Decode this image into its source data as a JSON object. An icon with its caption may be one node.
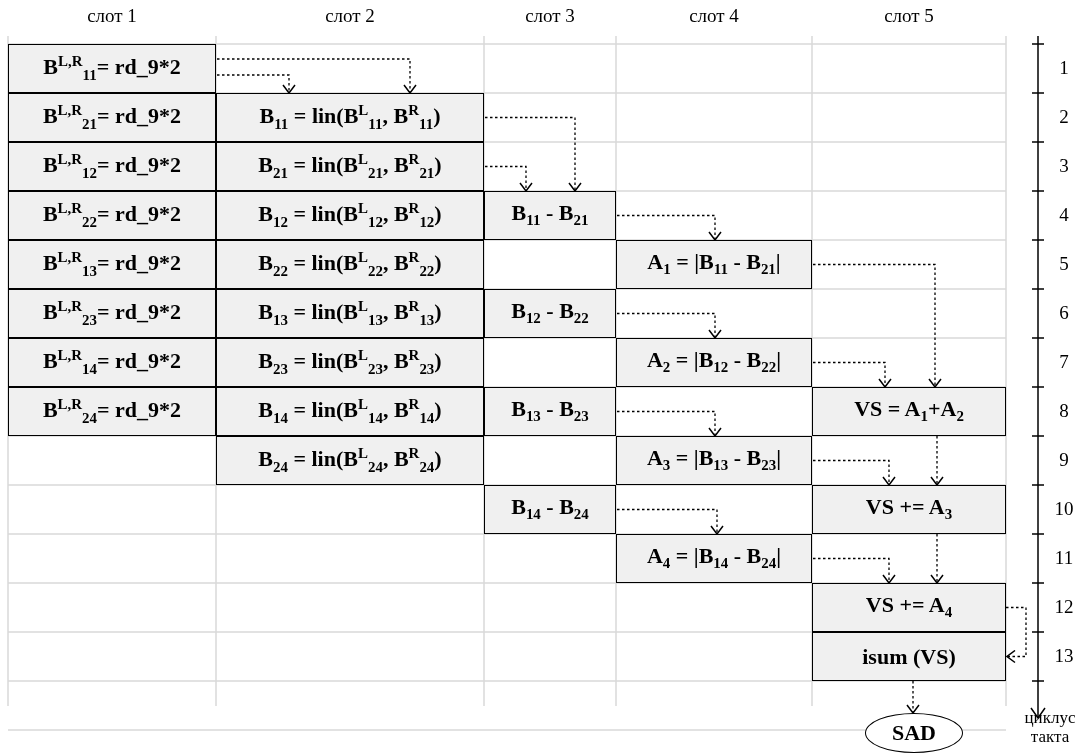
{
  "diagram": {
    "nodes": [
      {
        "text": [
          "B$^{L,R}$$_{11}$= rd_9*2"
        ]
      },
      {
        "text": [
          "B$^{L,R}$$_{21}$= rd_9*2"
        ]
      },
      {
        "text": [
          "B$_{11}$ = lin(B$^{L}$$_{11}$, B$^{R}$$_{11}$)"
        ]
      },
      {
        "text": [
          "B$^{L,R}$$_{12}$= rd_9*2"
        ]
      },
      {
        "text": [
          "B$_{21}$ = lin(B$^{L}$$_{21}$, B$^{R}$$_{21}$)"
        ]
      },
      {
        "text": [
          "B$^{L,R}$$_{22}$= rd_9*2"
        ]
      },
      {
        "text": [
          "B$_{12}$ = lin(B$^{L}$$_{12}$, B$^{R}$$_{12}$)"
        ]
      },
      {
        "text": [
          "B$_{11}$ - B$_{21}$"
        ]
      },
      {
        "text": [
          "B$^{L,R}$$_{13}$= rd_9*2"
        ]
      },
      {
        "text": [
          "B$_{22}$ = lin(B$^{L}$$_{22}$, B$^{R}$$_{22}$)"
        ]
      },
      {
        "text": [
          "A$_{1}$ = |B$_{11}$ - B$_{21}$|"
        ]
      },
      {
        "text": [
          "B$^{L,R}$$_{23}$= rd_9*2"
        ]
      },
      {
        "text": [
          "B$_{13}$ = lin(B$^{L}$$_{13}$, B$^{R}$$_{13}$)"
        ]
      },
      {
        "text": [
          "B$_{12}$ - B$_{22}$"
        ]
      },
      {
        "text": [
          "B$^{L,R}$$_{14}$= rd_9*2"
        ]
      },
      {
        "text": [
          "B$_{23}$ = lin(B$^{L}$$_{23}$, B$^{R}$$_{23}$)"
        ]
      },
      {
        "text": [
          "A$_{2}$ = |B$_{12}$ - B$_{22}$|"
        ]
      },
      {
        "text": [
          "B$^{L,R}$$_{24}$= rd_9*2"
        ]
      },
      {
        "text": [
          "B$_{14}$ = lin(B$^{L}$$_{14}$, B$^{R}$$_{14}$)"
        ]
      },
      {
        "text": [
          "B$_{13}$ - B$_{23}$"
        ]
      },
      {
        "text": [
          "VS = A$_{1}$+A$_{2}$"
        ]
      },
      {
        "text": [
          "B$_{24}$ = lin(B$^{L}$$_{24}$, B$^{R}$$_{24}$)"
        ]
      },
      {
        "text": [
          "A$_{3}$ = |B$_{13}$ - B$_{23}$|"
        ]
      },
      {
        "text": [
          "B$_{14}$ - B$_{24}$"
        ]
      },
      {
        "text": [
          "VS += A$_{3}$"
        ]
      },
      {
        "text": [
          "A$_{4}$ = |B$_{14}$ - B$_{24}$|"
        ]
      },
      {
        "text": [
          "VS += A$_{4}$"
        ]
      },
      {
        "text": [
          "isum (VS)"
        ]
      },
      {
        "text": [
          "SAD"
        ]
      }
    ],
    "edges": [
      {
        "from": 0,
        "to": 2,
        "arrow": "to",
        "style": "dashed"
      },
      {
        "from": 0,
        "to": 2,
        "arrow": "to",
        "style": "dashed"
      },
      {
        "from": 2,
        "to": 7,
        "arrow": "to",
        "style": "dashed"
      },
      {
        "from": 4,
        "to": 7,
        "arrow": "to",
        "style": "dashed"
      },
      {
        "from": 7,
        "to": 10,
        "arrow": "to",
        "style": "dashed"
      },
      {
        "from": 10,
        "to": 20,
        "arrow": "to",
        "style": "dashed"
      },
      {
        "from": 13,
        "to": 16,
        "arrow": "to",
        "style": "dashed"
      },
      {
        "from": 16,
        "to": 20,
        "arrow": "to",
        "style": "dashed"
      },
      {
        "from": 19,
        "to": 22,
        "arrow": "to",
        "style": "dashed"
      },
      {
        "from": 20,
        "to": 24,
        "arrow": "to",
        "style": "dashed"
      },
      {
        "from": 22,
        "to": 24,
        "arrow": "to",
        "style": "dashed"
      },
      {
        "from": 23,
        "to": 25,
        "arrow": "to",
        "style": "dashed"
      },
      {
        "from": 24,
        "to": 26,
        "arrow": "to",
        "style": "dashed"
      },
      {
        "from": 25,
        "to": 26,
        "arrow": "to",
        "style": "dashed"
      },
      {
        "from": 26,
        "to": 27,
        "arrow": "to",
        "style": "dashed"
      },
      {
        "from": 27,
        "to": 28,
        "arrow": "to",
        "style": "dashed"
      }
    ],
    "labels": [
      "слот 1",
      "слот 2",
      "слот 3",
      "слот 4",
      "слот 5",
      "1",
      "2",
      "3",
      "4",
      "5",
      "6",
      "7",
      "8",
      "9",
      "10",
      "11",
      "12",
      "13",
      "циклус такта"
    ]
  }
}
